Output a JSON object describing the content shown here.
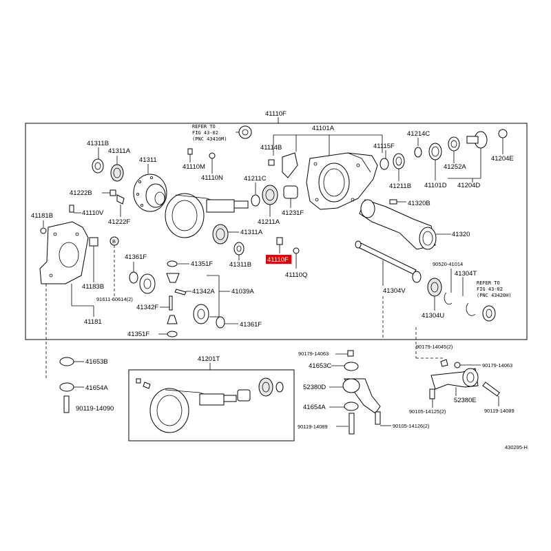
{
  "main_label": "41110F",
  "highlight_label": "41110F",
  "highlight_color": "#e00000",
  "diagram_id": "430295-H",
  "refer_top": {
    "line1": "REFER TO",
    "line2": "FIG 43-02",
    "line3": "(PNC 43410M)"
  },
  "refer_right": {
    "line1": "REFER TO",
    "line2": "FIG 43-02",
    "line3": "(PNC 43420H)"
  },
  "parts": {
    "p41101A": "41101A",
    "p41214C": "41214C",
    "p41311B": "41311B",
    "p41311A_top": "41311A",
    "p41311": "41311",
    "p41110M": "41110M",
    "p41110N": "41110N",
    "p41114B": "41114B",
    "p41115F": "41115F",
    "p41204E": "41204E",
    "p41222B": "41222B",
    "p41110V": "41110V",
    "p41222F": "41222F",
    "p41211C": "41211C",
    "p41211B": "41211B",
    "p41101D": "41101D",
    "p41252A": "41252A",
    "p41204D": "41204D",
    "p41181B": "41181B",
    "p41211A": "41211A",
    "p41231F": "41231F",
    "p41320B": "41320B",
    "p41311A_mid": "41311A",
    "p41320": "41320",
    "p41311B_mid": "41311B",
    "p41110Q": "41110Q",
    "p41361F_top": "41361F",
    "p41351F_top": "41351F",
    "p90520": "90520-41014",
    "p41304T": "41304T",
    "p41183B": "41183B",
    "p41342A": "41342A",
    "p41039A": "41039A",
    "p41304V": "41304V",
    "p91611": "91611-60614(2)",
    "p41342F": "41342F",
    "p41181": "41181",
    "p41361F_bot": "41361F",
    "p41304U": "41304U",
    "p41351F_bot": "41351F",
    "pB": "B",
    "p41653B": "41653B",
    "p41201T": "41201T",
    "p90179_14063a": "90179-14063",
    "p90179_14045": "90179-14045(2)",
    "p41653C": "41653C",
    "p90179_14063b": "90179-14063",
    "p41654A_left": "41654A",
    "p52380D": "52380D",
    "p52380E": "52380E",
    "p90119_14090": "90119-14090",
    "p41654A_mid": "41654A",
    "p90105_14125": "90105-14125(2)",
    "p90119_14089a": "90119-14089",
    "p90119_14089b": "90119-14089",
    "p90105_14126": "90105-14126(2)"
  }
}
